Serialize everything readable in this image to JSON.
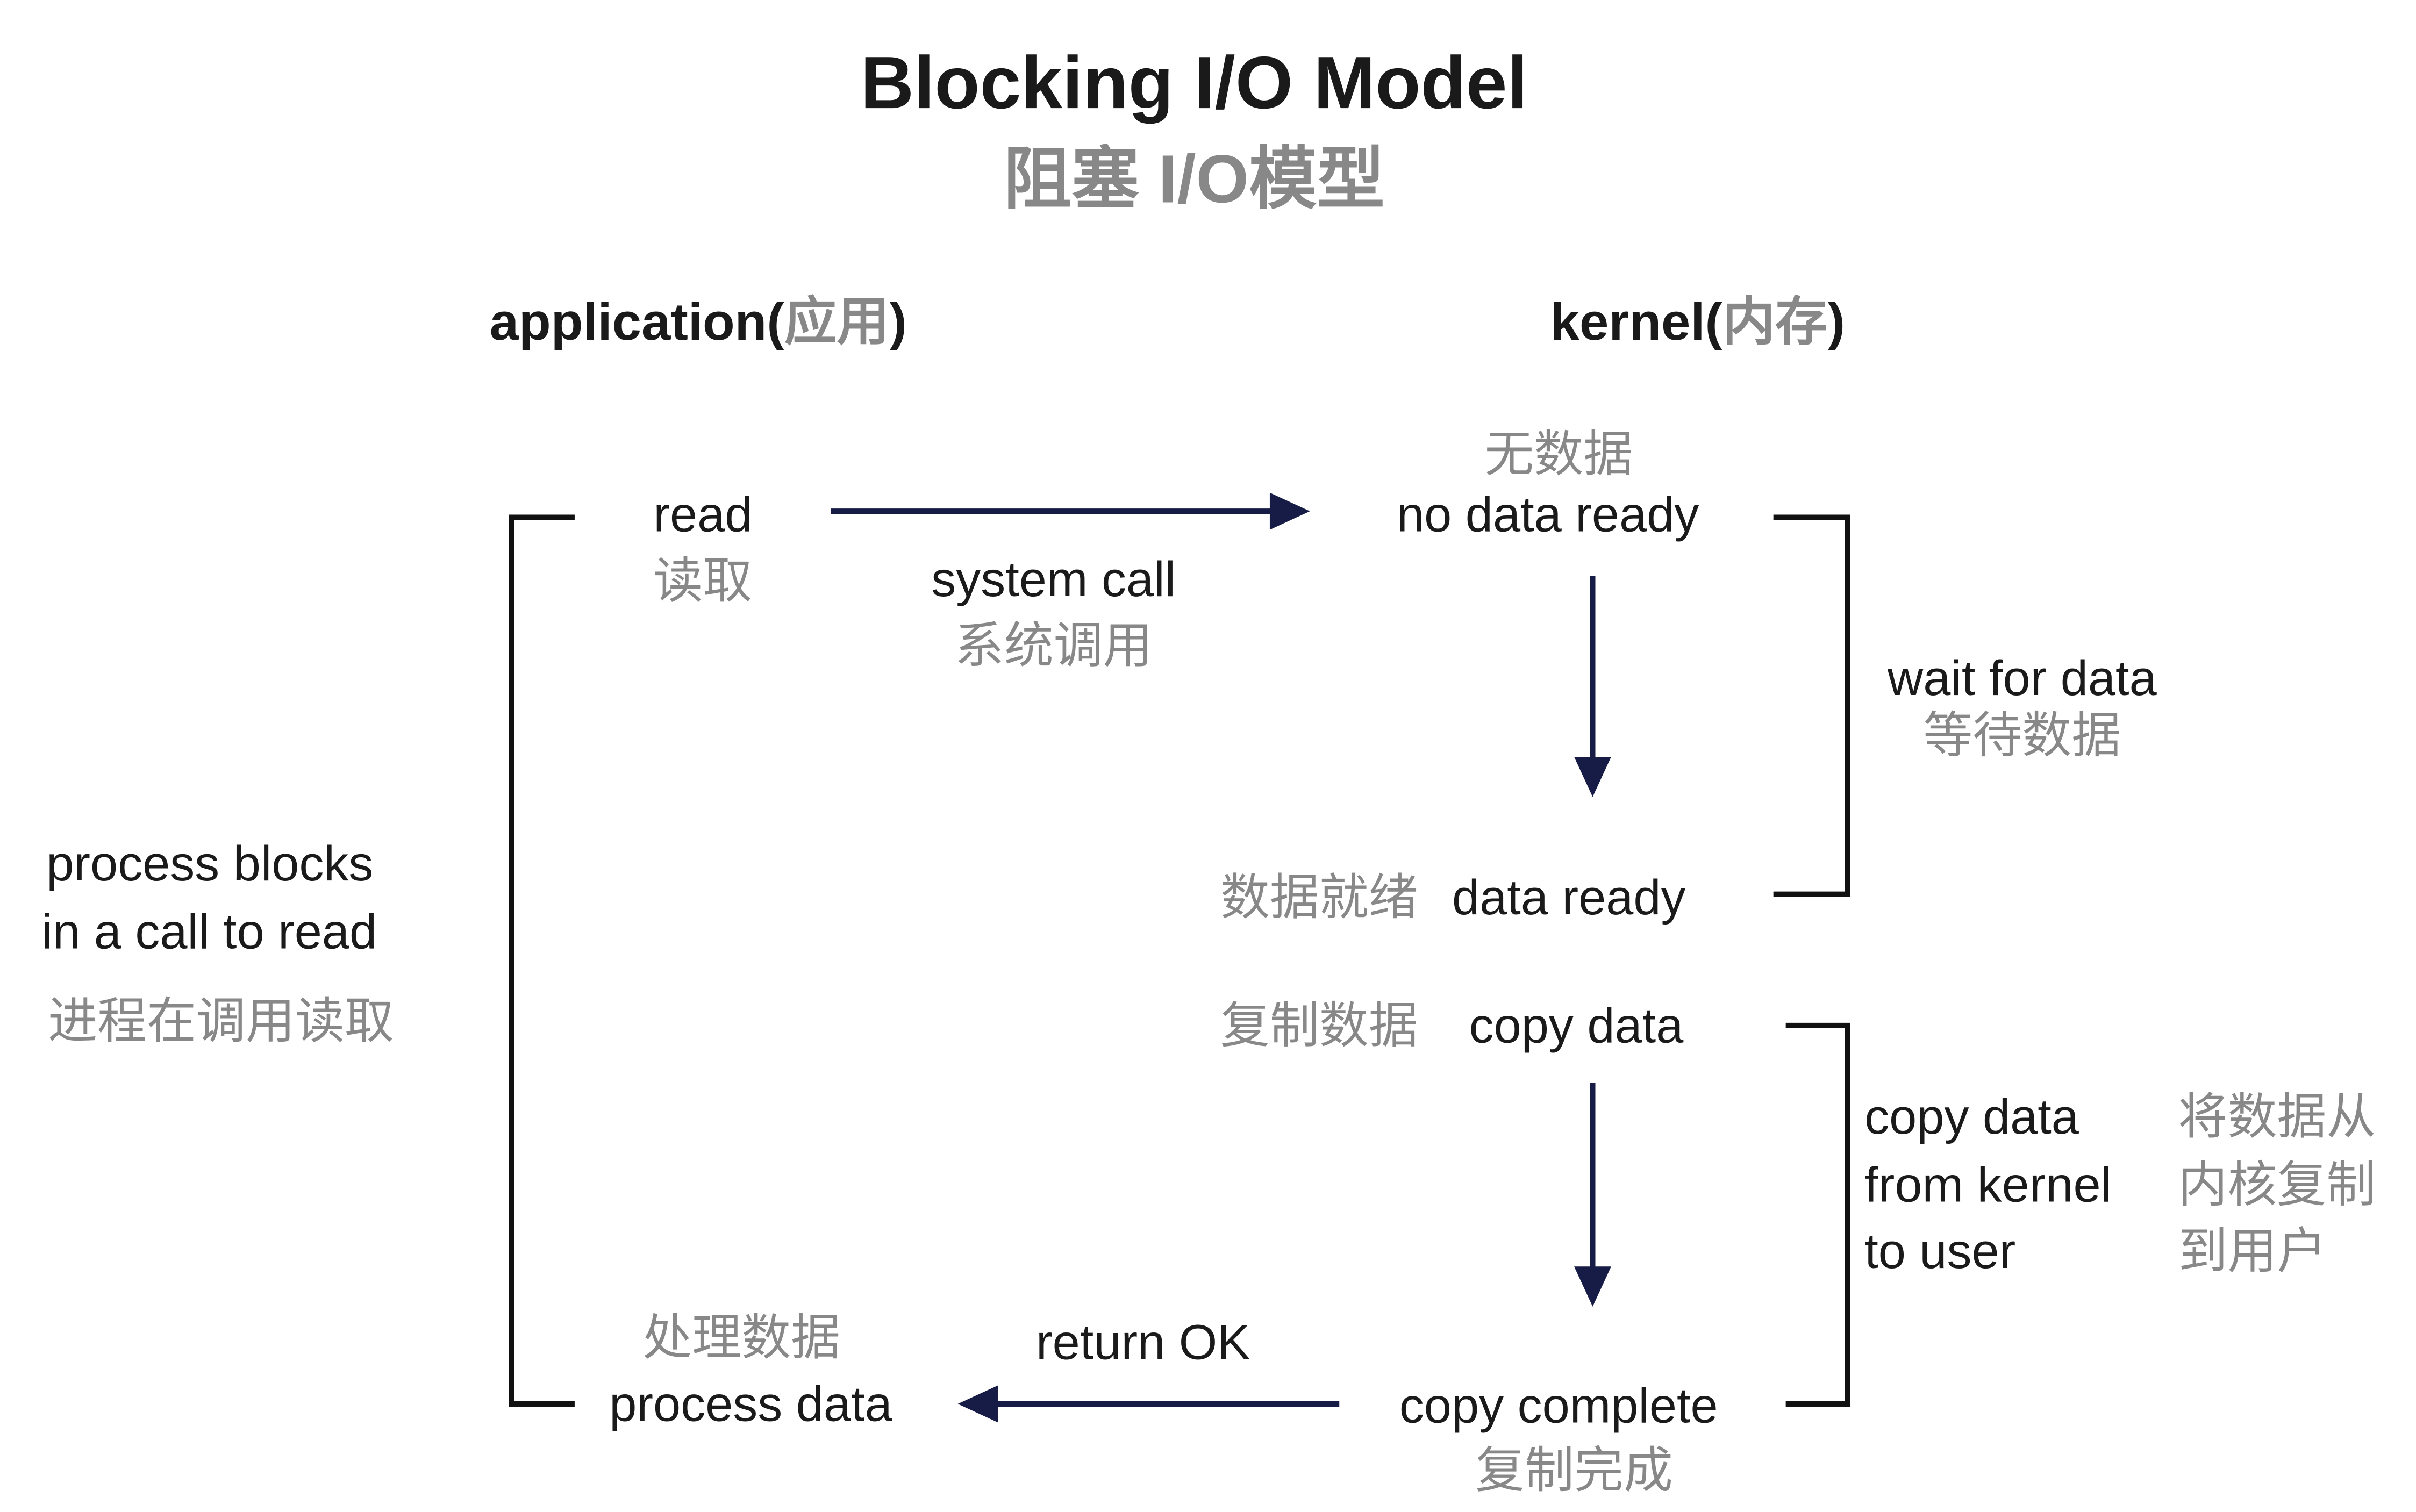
{
  "title": {
    "en": "Blocking I/O Model",
    "zh": "阻塞 I/O模型"
  },
  "columns": {
    "application": {
      "en": "application",
      "zh": "应用"
    },
    "kernel": {
      "en": "kernel",
      "zh": "内存"
    }
  },
  "steps": {
    "read": {
      "en": "read",
      "zh": "读取"
    },
    "system_call": {
      "en": "system call",
      "zh": "系统调用"
    },
    "no_data_ready": {
      "en": "no data ready",
      "zh": "无数据"
    },
    "wait_for_data": {
      "en": "wait for data",
      "zh": "等待数据"
    },
    "data_ready": {
      "en": "data ready",
      "zh": "数据就绪"
    },
    "copy_data": {
      "en": "copy data",
      "zh": "复制数据"
    },
    "copy_from_kernel": {
      "en": [
        "copy data",
        "from kernel",
        "to user"
      ],
      "zh": [
        "将数据从",
        "内核复制",
        "到用户"
      ]
    },
    "copy_complete": {
      "en": "copy complete",
      "zh": "复制完成"
    },
    "return_ok": {
      "en": "return OK"
    },
    "process_data": {
      "en": "process data",
      "zh": "处理数据"
    },
    "process_blocks": {
      "en": [
        "process blocks",
        "in a call to read"
      ],
      "zh": "进程在调用读取"
    }
  },
  "colors": {
    "arrow": "#161c45",
    "bracket": "#111111",
    "english": "#1a1a1a",
    "chinese": "#888888"
  }
}
